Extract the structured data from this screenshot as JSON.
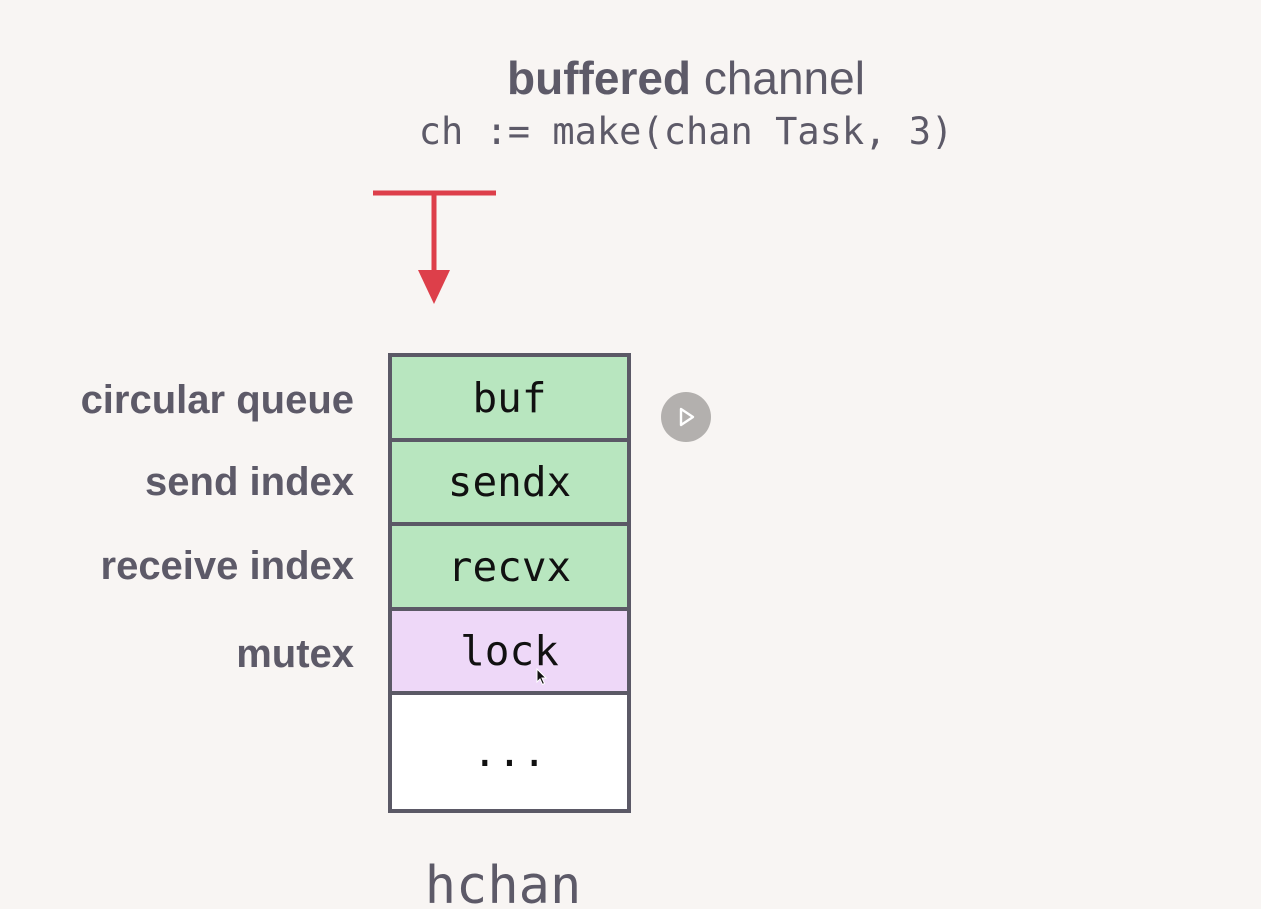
{
  "header": {
    "title_bold": "buffered",
    "title_light": "channel",
    "code": "ch := make(chan Task, 3)"
  },
  "struct": {
    "name": "hchan",
    "fields": [
      {
        "label": "circular queue",
        "value": "buf"
      },
      {
        "label": "send index",
        "value": "sendx"
      },
      {
        "label": "receive index",
        "value": "recvx"
      },
      {
        "label": "mutex",
        "value": "lock"
      },
      {
        "label": "",
        "value": "..."
      }
    ]
  },
  "colors": {
    "arrow": "#dd3f4a",
    "queue_fields": "#b8e6bf",
    "mutex_field": "#eed8f8",
    "border": "#5b5966",
    "text": "#5d5a68"
  },
  "icons": {
    "play": "play-icon",
    "cursor": "mouse-cursor-icon"
  }
}
